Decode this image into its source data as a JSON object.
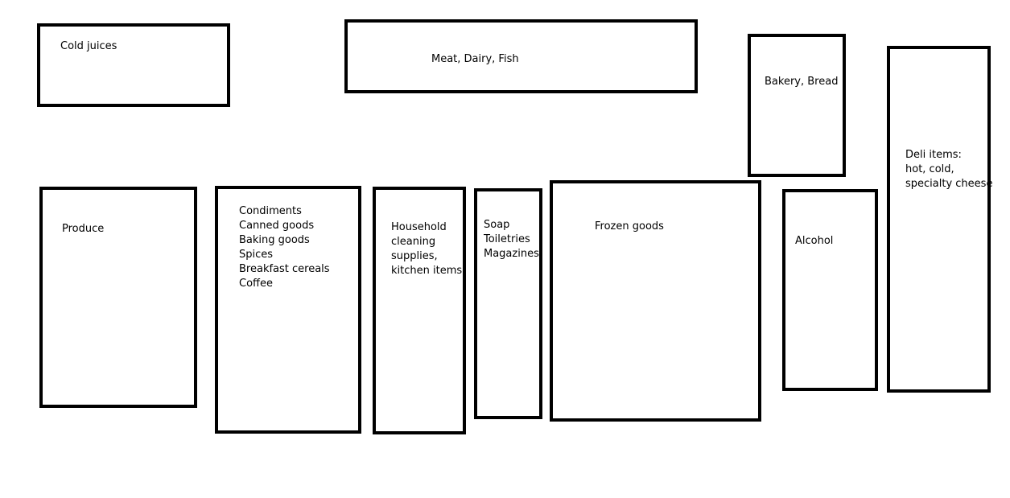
{
  "sections": {
    "cold_juices": {
      "lines": [
        "Cold juices"
      ]
    },
    "meat_dairy_fish": {
      "lines": [
        "Meat, Dairy, Fish"
      ]
    },
    "bakery": {
      "lines": [
        "Bakery, Bread"
      ]
    },
    "deli": {
      "lines": [
        "Deli items:",
        "hot, cold,",
        "specialty cheese"
      ]
    },
    "produce": {
      "lines": [
        "Produce"
      ]
    },
    "aisle_groceries": {
      "lines": [
        "Condiments",
        "Canned goods",
        "Baking goods",
        "Spices",
        "Breakfast cereals",
        "Coffee"
      ]
    },
    "household": {
      "lines": [
        "Household",
        "cleaning",
        "supplies,",
        "kitchen items"
      ]
    },
    "toiletries": {
      "lines": [
        "Soap",
        "Toiletries",
        "Magazines"
      ]
    },
    "frozen": {
      "lines": [
        "Frozen goods"
      ]
    },
    "alcohol": {
      "lines": [
        "Alcohol"
      ]
    }
  }
}
